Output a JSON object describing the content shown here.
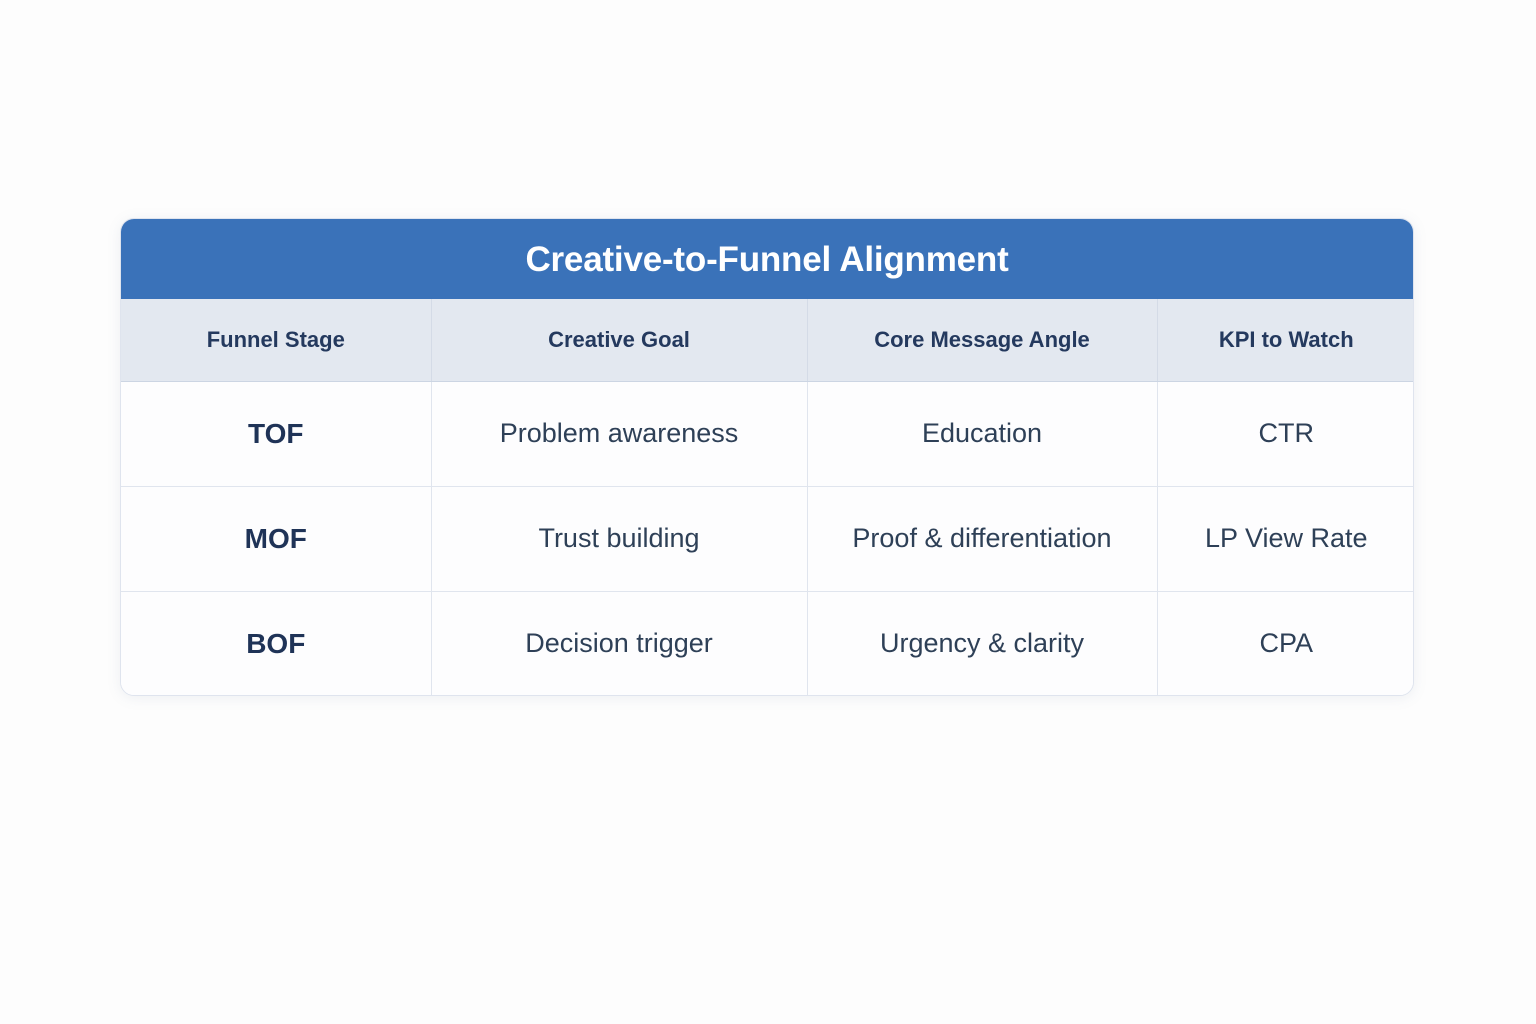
{
  "card": {
    "title": "Creative-to-Funnel Alignment",
    "accent_color": "#3a72b9",
    "header_row_color": "#e3e8f0",
    "header_text_color": "#24395e",
    "body_text_color": "#2e4057",
    "border_color": "#e0e5ee",
    "page_background": "#fdfdfd"
  },
  "table": {
    "columns": [
      "Funnel Stage",
      "Creative Goal",
      "Core Message Angle",
      "KPI to Watch"
    ],
    "rows": [
      {
        "funnel_stage": "TOF",
        "creative_goal": "Problem awareness",
        "core_message_angle": "Education",
        "kpi_to_watch": "CTR"
      },
      {
        "funnel_stage": "MOF",
        "creative_goal": "Trust building",
        "core_message_angle": "Proof & differentiation",
        "kpi_to_watch": "LP View Rate"
      },
      {
        "funnel_stage": "BOF",
        "creative_goal": "Decision trigger",
        "core_message_angle": "Urgency & clarity",
        "kpi_to_watch": "CPA"
      }
    ]
  }
}
